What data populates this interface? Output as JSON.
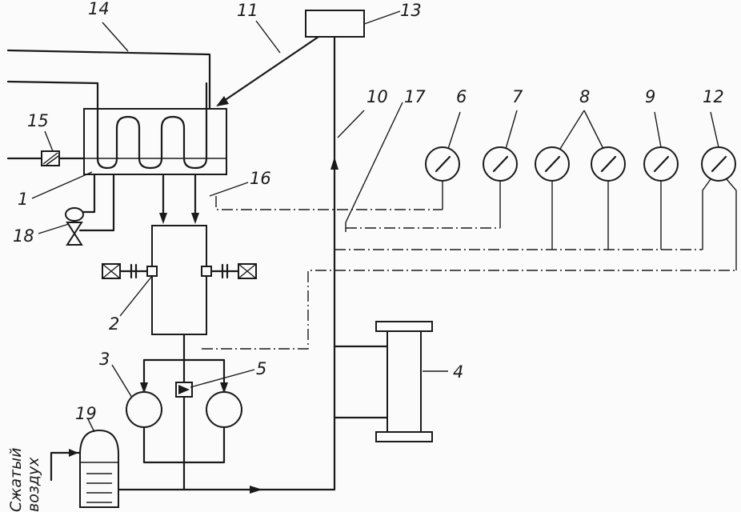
{
  "labels": {
    "l1": "1",
    "l2": "2",
    "l3": "3",
    "l4": "4",
    "l5": "5",
    "l6": "6",
    "l7": "7",
    "l8": "8",
    "l9": "9",
    "l10": "10",
    "l11": "11",
    "l12": "12",
    "l13": "13",
    "l14": "14",
    "l15": "15",
    "l16": "16",
    "l17": "17",
    "l18": "18",
    "l19": "19"
  },
  "side_text": {
    "line1": "Сжатый",
    "line2": "воздух"
  }
}
